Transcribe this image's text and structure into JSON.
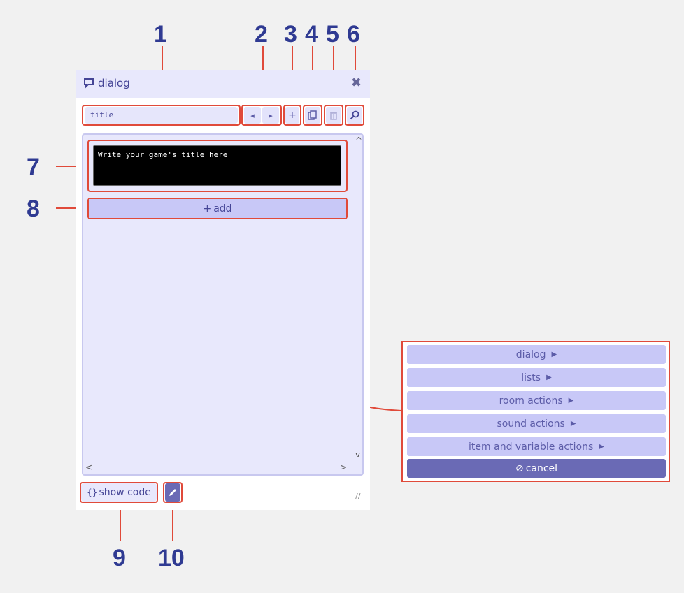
{
  "callouts": [
    "1",
    "2",
    "3",
    "4",
    "5",
    "6",
    "7",
    "8",
    "9",
    "10"
  ],
  "panel": {
    "title": "dialog",
    "title_icon": "speech-bubble-icon",
    "close_icon": "close-icon",
    "close_glyph": "✖"
  },
  "toolbar": {
    "name_field_value": "title",
    "prev_glyph": "◂",
    "next_glyph": "▸",
    "add_glyph": "+",
    "icons": [
      "previous-arrow-icon",
      "next-arrow-icon",
      "add-icon",
      "duplicate-icon",
      "delete-icon",
      "find-icon"
    ]
  },
  "editor": {
    "text": "Write your game's title here",
    "add_label": "add",
    "add_glyph": "+"
  },
  "footer": {
    "show_code_glyph": "{}",
    "show_code_label": "show code",
    "edit_icon": "pencil-icon"
  },
  "menu": {
    "items": [
      {
        "label": "dialog"
      },
      {
        "label": "lists"
      },
      {
        "label": "room actions"
      },
      {
        "label": "sound actions"
      },
      {
        "label": "item and variable actions"
      }
    ],
    "arrow_glyph": "▶",
    "cancel_label": "cancel",
    "cancel_glyph": "⊘"
  },
  "colors": {
    "accent": "#2f3a92",
    "highlight": "#e04a3a",
    "panel_bg": "#e8e8fc",
    "button_bg": "#c8c8f7",
    "cancel_bg": "#6a6ab5"
  }
}
